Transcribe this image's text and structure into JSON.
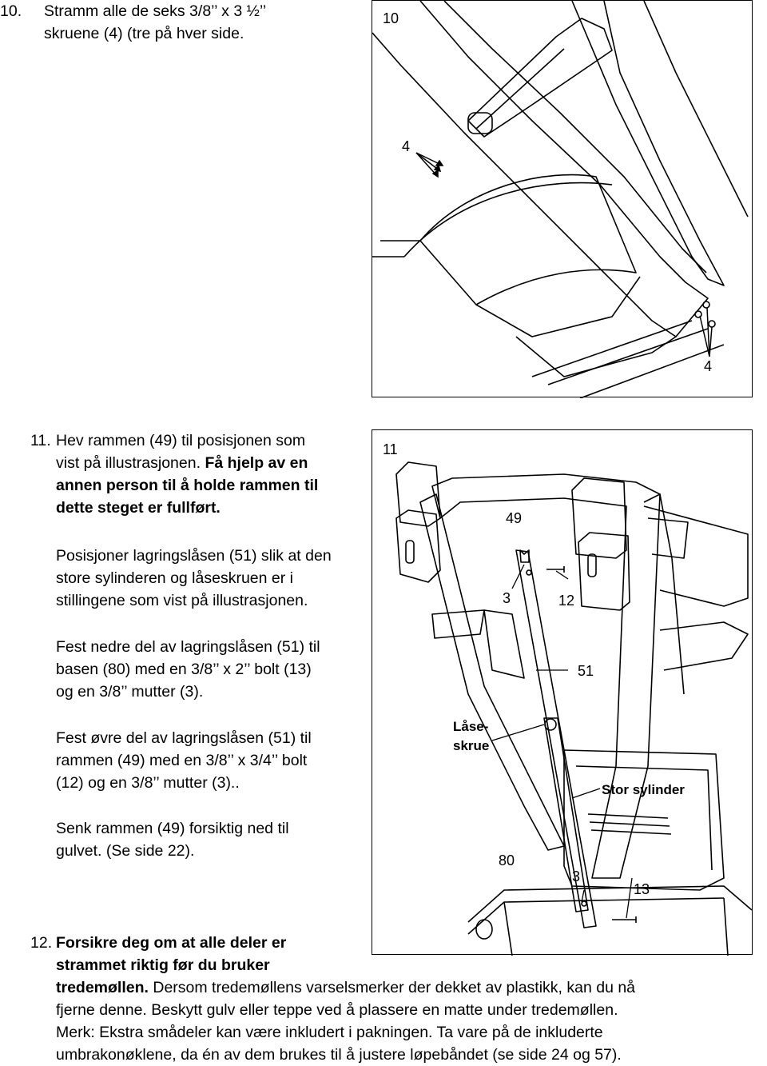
{
  "step10": {
    "number": "10.",
    "line1": "Stramm alle de seks 3/8’’ x 3 ½’’",
    "line2": "skruene (4) (tre på hver side."
  },
  "step11": {
    "number": "11.",
    "intro_line1": "Hev rammen (49) til posisjonen som",
    "intro_line2": "vist på illustrasjonen.",
    "intro_bold_inline": "Få hjelp av en",
    "intro_bold_line3": "annen person til å holde rammen til",
    "intro_bold_line4": "dette steget er fullført.",
    "p2_line1": "Posisjoner lagringslåsen (51) slik at den",
    "p2_line2": "store sylinderen og låseskruen er i",
    "p2_line3": "stillingene som vist på illustrasjonen.",
    "p3_line1": "Fest nedre del av lagringslåsen (51) til",
    "p3_line2": "basen (80) med en 3/8’’ x 2’’ bolt (13)",
    "p3_line3": "og en 3/8’’ mutter (3).",
    "p4_line1": "Fest øvre del av lagringslåsen (51) til",
    "p4_line2": "rammen (49) med en 3/8’’ x 3/4’’ bolt",
    "p4_line3": "(12) og en 3/8’’ mutter (3)..",
    "p5_line1": "Senk rammen (49) forsiktig ned til",
    "p5_line2": "gulvet. (Se side 22)."
  },
  "step12": {
    "number": "12.",
    "bold_line1": "Forsikre deg om at alle deler er",
    "bold_line2": "strammet riktig før du bruker",
    "bold_start_line3": "tredemøllen.",
    "rest_line3": " Dersom tredemøllens varselsmerker der dekket av plastikk, kan du nå",
    "line4": "fjerne denne. Beskytt gulv eller teppe ved å plassere en matte under tredemøllen.",
    "line5": "Merk: Ekstra smådeler kan være inkludert i pakningen. Ta vare på de inkluderte",
    "line6": "umbrakonøklene, da én av dem brukes til å justere løpebåndet (se side 24 og 57)."
  },
  "figure10": {
    "fig_number": "10",
    "callout_top": "4",
    "callout_bottom": "4"
  },
  "figure11": {
    "fig_number": "11",
    "label_frame": "49",
    "label_nut_top": "3",
    "label_bolt_top": "12",
    "label_latch": "51",
    "label_lock_screw_1": "Låse-",
    "label_lock_screw_2": "skrue",
    "label_cylinder": "Stor sylinder",
    "label_base": "80",
    "label_nut_bottom": "3",
    "label_bolt_bottom": "13"
  },
  "colors": {
    "text": "#000000",
    "line": "#000000",
    "background": "#ffffff"
  }
}
